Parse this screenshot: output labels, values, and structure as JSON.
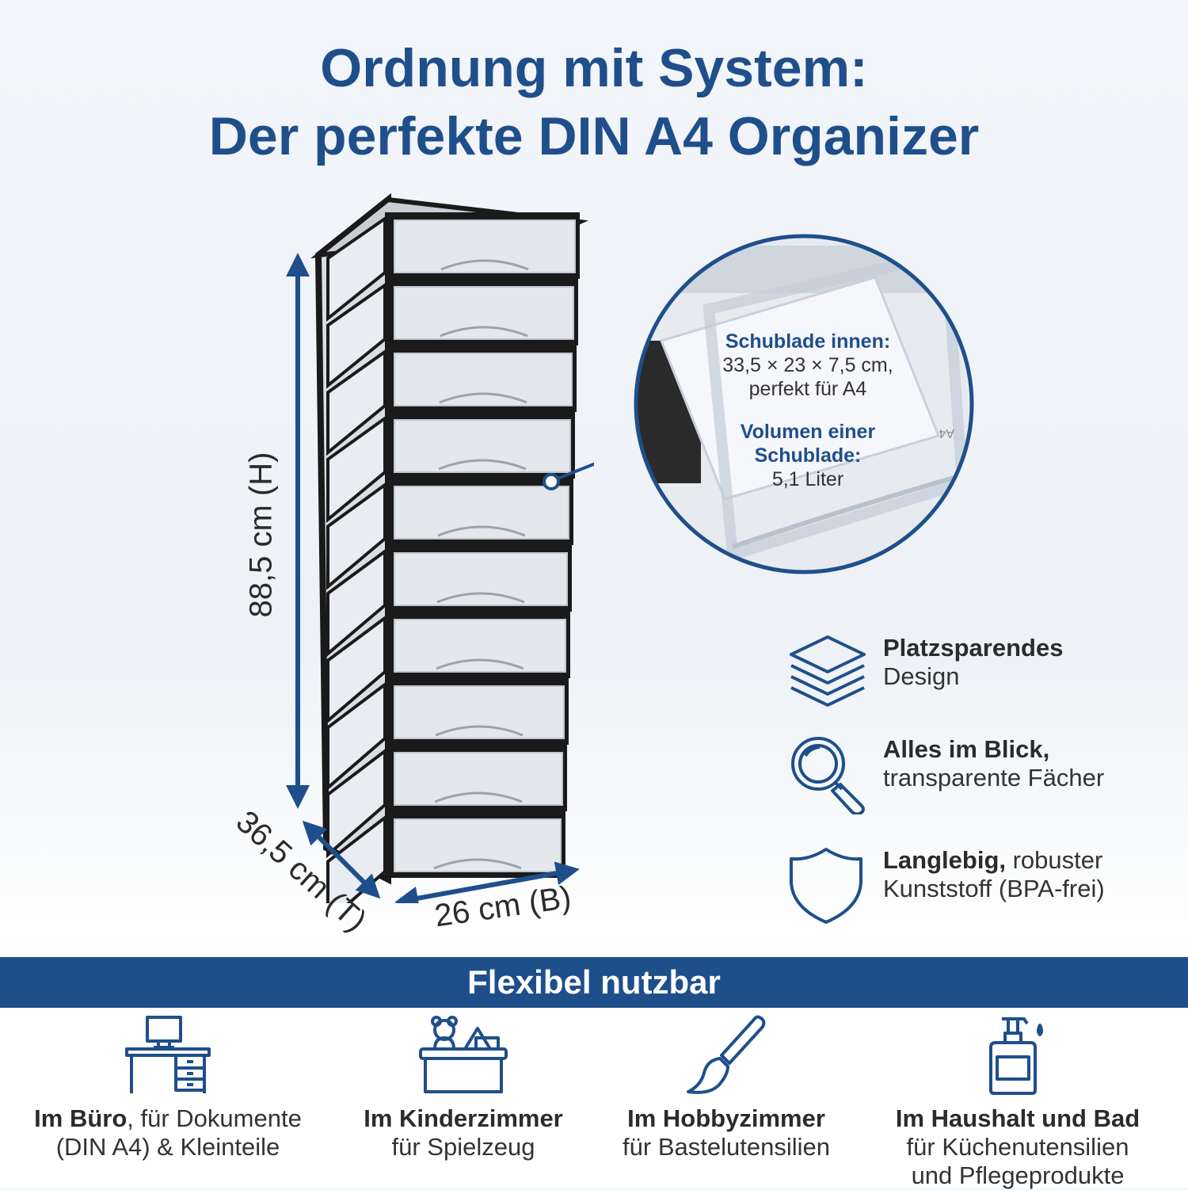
{
  "title": {
    "line1": "Ordnung mit System:",
    "line2": "Der perfekte DIN A4 Organizer"
  },
  "dimensions": {
    "height": "88,5 cm (H)",
    "depth": "36,5 cm (T)",
    "width": "26 cm (B)"
  },
  "callout": {
    "inner_heading": "Schublade innen:",
    "inner_line1": "33,5 × 23 × 7,5 cm,",
    "inner_line2": "perfekt für A4",
    "volume_heading1": "Volumen einer",
    "volume_heading2": "Schublade:",
    "volume_value": "5,1 Liter",
    "paper_label": "A4"
  },
  "features": [
    {
      "icon": "layers-icon",
      "bold": "Platzsparendes",
      "text": "Design"
    },
    {
      "icon": "magnifier-icon",
      "bold": "Alles im Blick,",
      "text": "transparente Fächer"
    },
    {
      "icon": "shield-icon",
      "bold": "Langlebig,",
      "text_after_bold": " robuster",
      "text": "Kunststoff (BPA-frei)"
    }
  ],
  "banner": "Flexibel nutzbar",
  "uses": [
    {
      "icon": "desk-computer-icon",
      "bold": "Im Büro",
      "rest": ", für Dokumente",
      "line2": "(DIN A4) & Kleinteile",
      "line3": ""
    },
    {
      "icon": "toy-box-icon",
      "bold": "Im Kinderzimmer",
      "rest": "",
      "line2": "für Spielzeug",
      "line3": ""
    },
    {
      "icon": "paintbrush-icon",
      "bold": "Im Hobbyzimmer",
      "rest": "",
      "line2": "für Bastelutensilien",
      "line3": ""
    },
    {
      "icon": "soap-bottle-icon",
      "bold": "Im Haushalt und Bad",
      "rest": "",
      "line2": "für Küchenutensilien",
      "line3": "und Pflegeprodukte"
    }
  ],
  "drawer_count": 10,
  "colors": {
    "brand_blue": "#1f4f8b",
    "frame_black": "#1a1a1a",
    "text_dark": "#2b2b2b"
  }
}
